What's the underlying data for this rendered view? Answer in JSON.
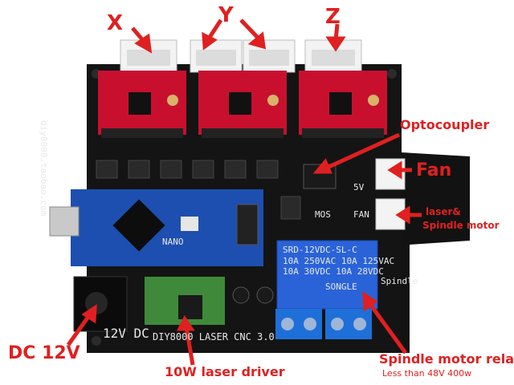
{
  "labels": {
    "x_axis": "X",
    "y_axis": "Y",
    "z_axis": "Z",
    "optocoupler": "Optocoupler",
    "fan": "Fan",
    "laser_spindle": "laser&",
    "laser_spindle_2": "Spindle motor",
    "dc_input": "DC 12V",
    "laser_driver": "10W laser driver",
    "spindle_relay": "Spindle motor relay",
    "spindle_relay_sub": "Less than  48V 400w"
  },
  "board_silkscreen": {
    "board_name": "DIY8000 LASER CNC 3.0",
    "power_jack": "12V DC",
    "nano": "NANO",
    "mos": "MOS",
    "fan": "FAN",
    "relay_model": "SRD-12VDC-SL-C",
    "relay_brand": "SONGLE",
    "relay_rating_1": "10A 250VAC  10A 125VAC",
    "relay_rating_2": "10A 30VDC  10A 28VDC",
    "spindle": "Spindle",
    "website": "diy8000.taobao.com",
    "v5": "5V"
  },
  "colors": {
    "label_red": "#e02020",
    "pcb": "#111111",
    "stepper_red": "#c8102e",
    "nano_blue": "#1d4fb0",
    "relay_blue": "#2a63d8",
    "terminal_blue": "#1f6fd9",
    "connector_white": "#f2f2f2"
  }
}
